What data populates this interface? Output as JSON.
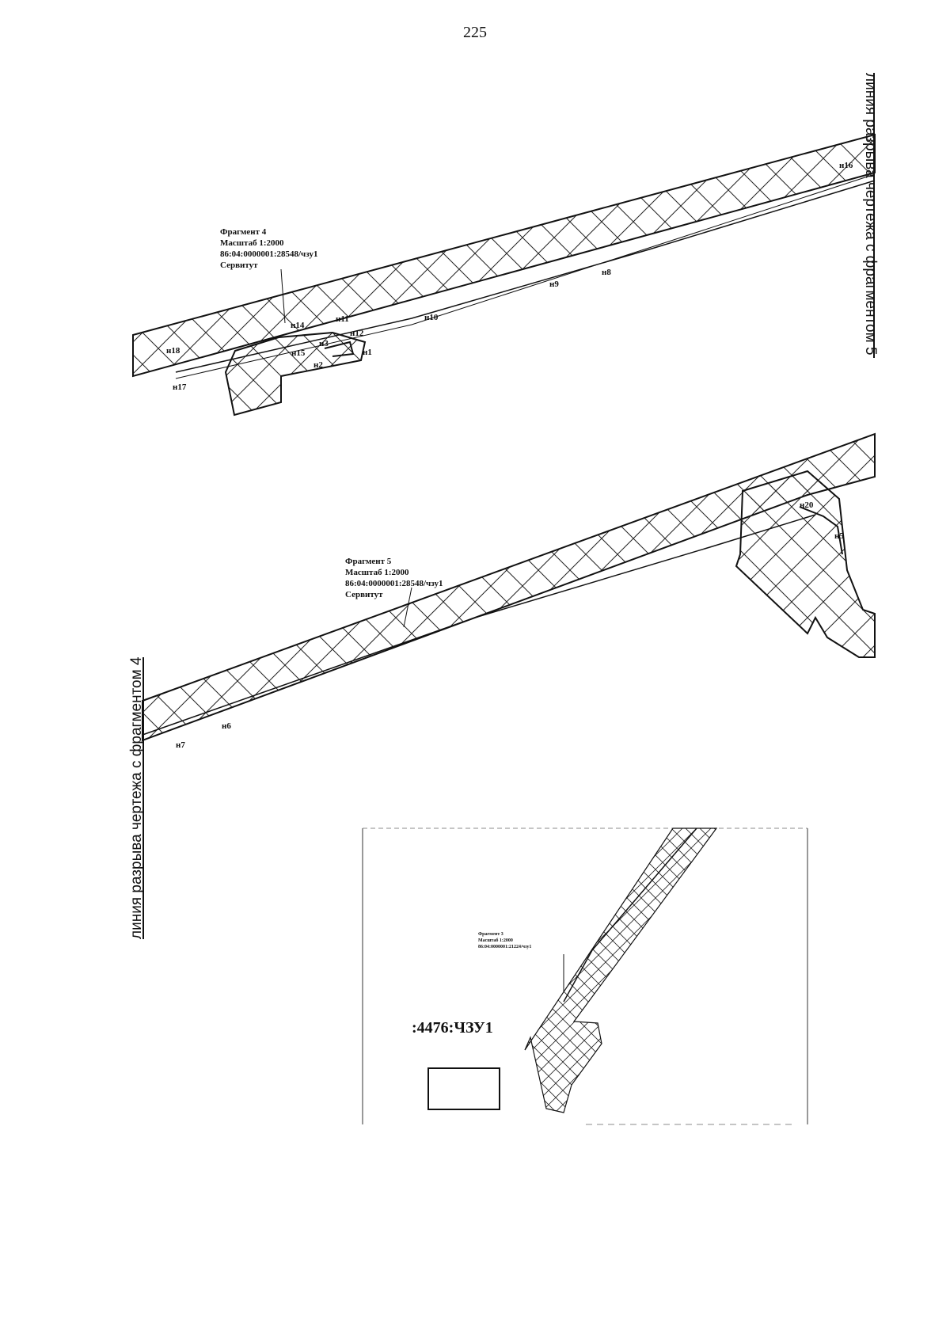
{
  "page": {
    "number": "225"
  },
  "break_lines": {
    "right": "линия разрыва чертежа с фрагментом 5",
    "left": "линия разрыва чертежа с фрагментом 4"
  },
  "fragment4": {
    "caption": [
      "Фрагмент 4",
      "Масштаб 1:2000",
      "86:04:0000001:28548/чзу1",
      "Сервитут"
    ],
    "points": [
      "н16",
      "н8",
      "н9",
      "н10",
      "н11",
      "н14",
      "н12",
      "н3",
      "н15",
      "н1",
      "н2",
      "н18",
      "н17"
    ]
  },
  "fragment5": {
    "caption": [
      "Фрагмент 5",
      "Масштаб 1:2000",
      "86:04:0000001:28548/чзу1",
      "Сервитут"
    ],
    "points": [
      "н20",
      "н5",
      "н6",
      "н7"
    ]
  },
  "inset": {
    "title": ":4476:ЧЗУ1",
    "caption": [
      "Фрагмент 3",
      "Масштаб 1:2000",
      "86:04:0000001:21224/чзу1"
    ]
  }
}
